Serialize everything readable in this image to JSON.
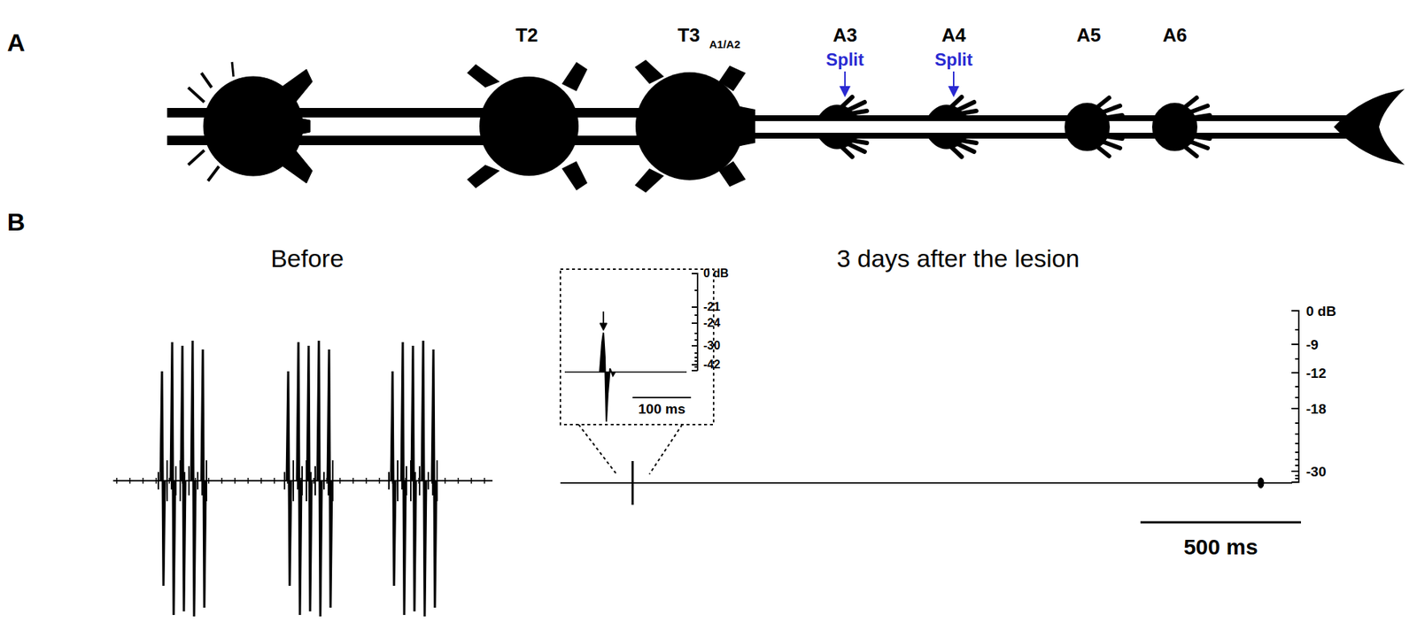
{
  "diagram": {
    "labels": [
      "A",
      "T2",
      "T3",
      "A1/A2",
      "A3",
      "Split",
      "A4",
      "Split",
      "A5",
      "A6",
      "B",
      "Before",
      "3 days after the lesion",
      "0 dB",
      "-21",
      "-24",
      "-30",
      "-42",
      "100 ms",
      "0 dB",
      "-9",
      "-12",
      "-18",
      "-30",
      "500 ms"
    ]
  }
}
